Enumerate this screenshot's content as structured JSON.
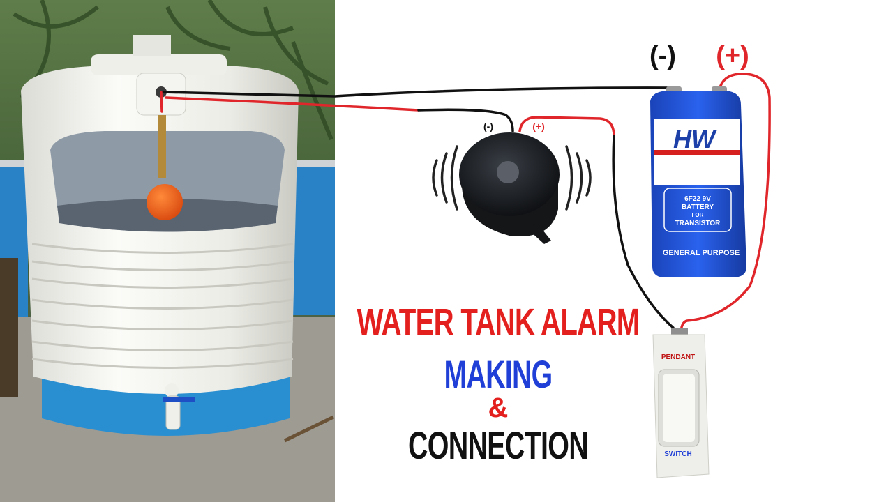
{
  "colors": {
    "title_red": "#e4201f",
    "making_blue": "#1f3fd6",
    "connection_black": "#111111",
    "wire_red": "#e0262a",
    "wire_black": "#111111",
    "battery_blue": "#1d4fd8",
    "tank_white": "#f2f2ee",
    "tank_base_blue": "#2a8fd0"
  },
  "headline": {
    "line1": "WATER TANK ALARM",
    "line2": "MAKING",
    "line3": "&",
    "line4": "CONNECTION"
  },
  "battery": {
    "neg_label": "(-)",
    "pos_label": "(+)",
    "brand": "HW",
    "spec_line1": "6F22 9V",
    "spec_line2": "BATTERY",
    "spec_line3": "FOR",
    "spec_line4": "TRANSISTOR",
    "purpose": "GENERAL PURPOSE"
  },
  "buzzer": {
    "neg_label": "(-)",
    "pos_label": "(+)"
  },
  "switch": {
    "top_label": "PENDANT",
    "bottom_label": "SWITCH"
  },
  "tank": {
    "float_icon": "float-ball-icon",
    "tap_icon": "tap-icon"
  }
}
